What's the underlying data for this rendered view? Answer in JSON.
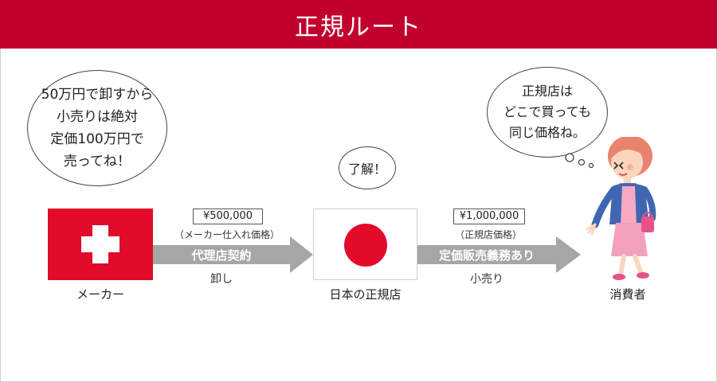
{
  "header": {
    "title": "正規ルート"
  },
  "bubbles": {
    "maker": "50万円で卸すから\n小売りは絶対\n定価100万円で\n売ってね！",
    "shop": "了解！",
    "consumer": "正規店は\nどこで買っても\n同じ価格ね。"
  },
  "flow": {
    "left": {
      "price": "¥500,000",
      "price_note": "（メーカー仕入れ価格）",
      "arrow_label": "代理店契約",
      "under": "卸し"
    },
    "right": {
      "price": "¥1,000,000",
      "price_note": "（正規店価格）",
      "arrow_label": "定価販売義務あり",
      "under": "小売り"
    }
  },
  "captions": {
    "maker": "メーカー",
    "shop": "日本の正規店",
    "consumer": "消費者"
  },
  "icons": {
    "maker_flag": "swiss-flag-icon",
    "shop_flag": "japan-flag-icon",
    "consumer": "woman-shopper-illustration"
  },
  "colors": {
    "header": "#c1002e",
    "flag_red": "#e30b2a",
    "arrow": "#a6a6a6"
  }
}
